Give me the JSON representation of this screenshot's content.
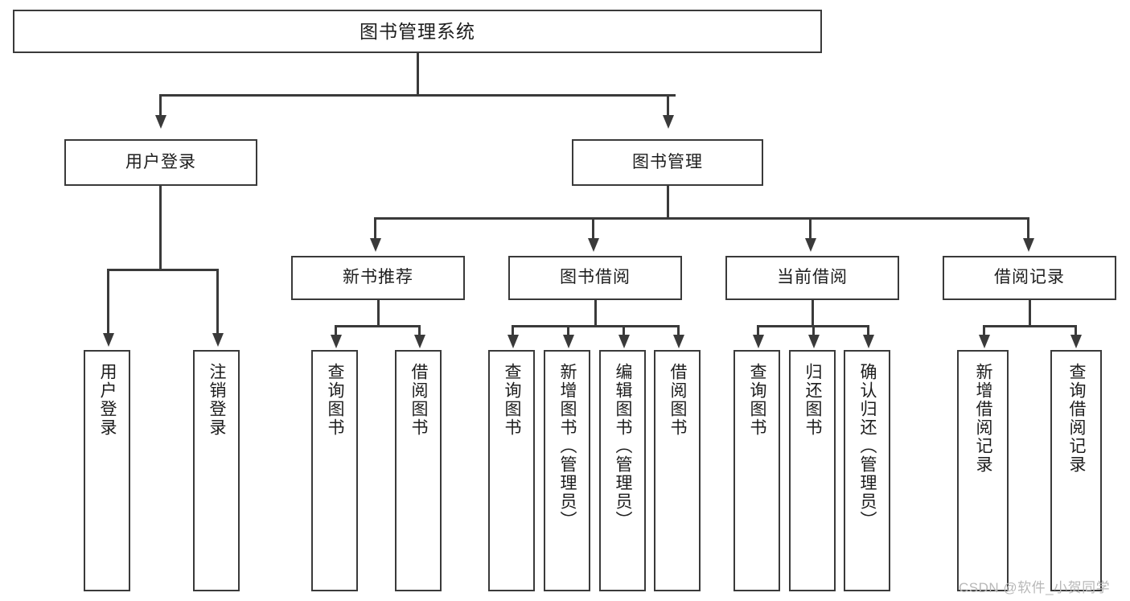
{
  "diagram": {
    "title": "图书管理系统",
    "type": "功能结构图",
    "root": {
      "label": "图书管理系统"
    },
    "level2": [
      {
        "label": "用户登录"
      },
      {
        "label": "图书管理"
      }
    ],
    "level3": [
      {
        "label": "新书推荐"
      },
      {
        "label": "图书借阅"
      },
      {
        "label": "当前借阅"
      },
      {
        "label": "借阅记录"
      }
    ],
    "leaves": {
      "user_login": [
        {
          "label": "用户登录"
        },
        {
          "label": "注销登录"
        }
      ],
      "new_book": [
        {
          "label": "查询图书"
        },
        {
          "label": "借阅图书"
        }
      ],
      "borrow_book": [
        {
          "label": "查询图书"
        },
        {
          "label": "新增图书（管理员）"
        },
        {
          "label": "编辑图书（管理员）"
        },
        {
          "label": "借阅图书"
        }
      ],
      "current_borrow": [
        {
          "label": "查询图书"
        },
        {
          "label": "归还图书"
        },
        {
          "label": "确认归还（管理员）"
        }
      ],
      "borrow_record": [
        {
          "label": "新增借阅记录"
        },
        {
          "label": "查询借阅记录"
        }
      ]
    }
  },
  "watermark": {
    "text": "CSDN @软件_小贺同学"
  },
  "colors": {
    "stroke": "#3a3a3a",
    "background": "#ffffff",
    "text": "#1d1d1d",
    "watermark": "#b8b8b8"
  }
}
